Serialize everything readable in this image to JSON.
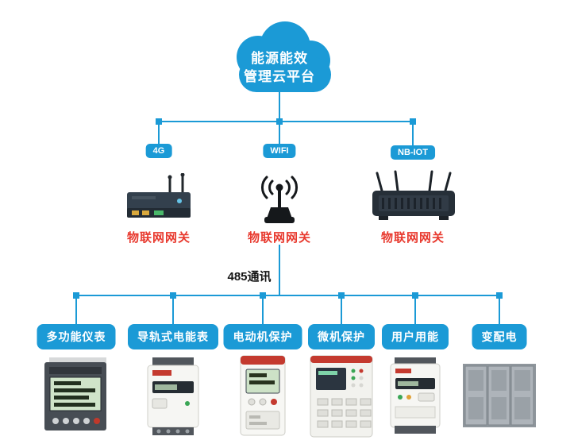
{
  "colors": {
    "blue": "#1b9ad6",
    "red": "#e8392e"
  },
  "cloud": {
    "line1": "能源能效",
    "line2": "管理云平台"
  },
  "gateways": [
    {
      "badge": "4G",
      "label": "物联网网关"
    },
    {
      "badge": "WIFI",
      "label": "物联网网关"
    },
    {
      "badge": "NB-IOT",
      "label": "物联网网关"
    }
  ],
  "bus_label": "485通讯",
  "devices": [
    {
      "label": "多功能仪表"
    },
    {
      "label": "导轨式电能表"
    },
    {
      "label": "电动机保护"
    },
    {
      "label": "微机保护"
    },
    {
      "label": "用户用能"
    },
    {
      "label": "变配电"
    }
  ]
}
